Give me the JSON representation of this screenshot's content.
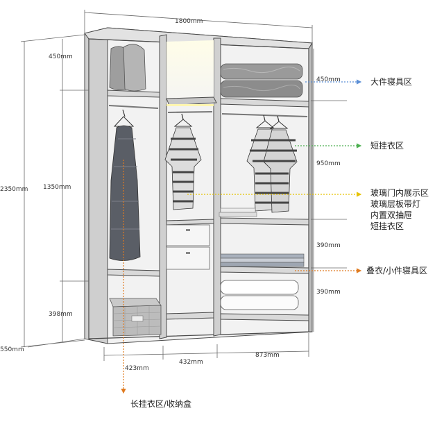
{
  "dimensions": {
    "total_width": "1800mm",
    "total_height": "2350mm",
    "depth": "550mm",
    "top_shelf_height": "450mm",
    "hanging_height": "1350mm",
    "bottom_left_height": "398mm",
    "right_top_height": "450mm",
    "right_hanging_height": "950mm",
    "right_mid_height": "390mm",
    "right_bottom_height": "390mm",
    "col_left_width": "423mm",
    "col_mid_width": "432mm",
    "col_right_width": "873mm"
  },
  "zones": {
    "bedding_large": "大件寝具区",
    "short_hang": "短挂衣区",
    "glass_display_lines": [
      "玻璃门内展示区",
      "玻璃层板带灯",
      "内置双抽屉",
      "短挂衣区"
    ],
    "fold_small_bedding": "叠衣/小件寝具区",
    "long_hang_storage": "长挂衣区/收纳盒"
  },
  "colors": {
    "blue_leader": "#5b8fd6",
    "green_leader": "#4caf50",
    "yellow_leader": "#e6c200",
    "orange_leader": "#e07b20",
    "carcass": "#d8d8d8",
    "interior": "#f4f4f4"
  }
}
